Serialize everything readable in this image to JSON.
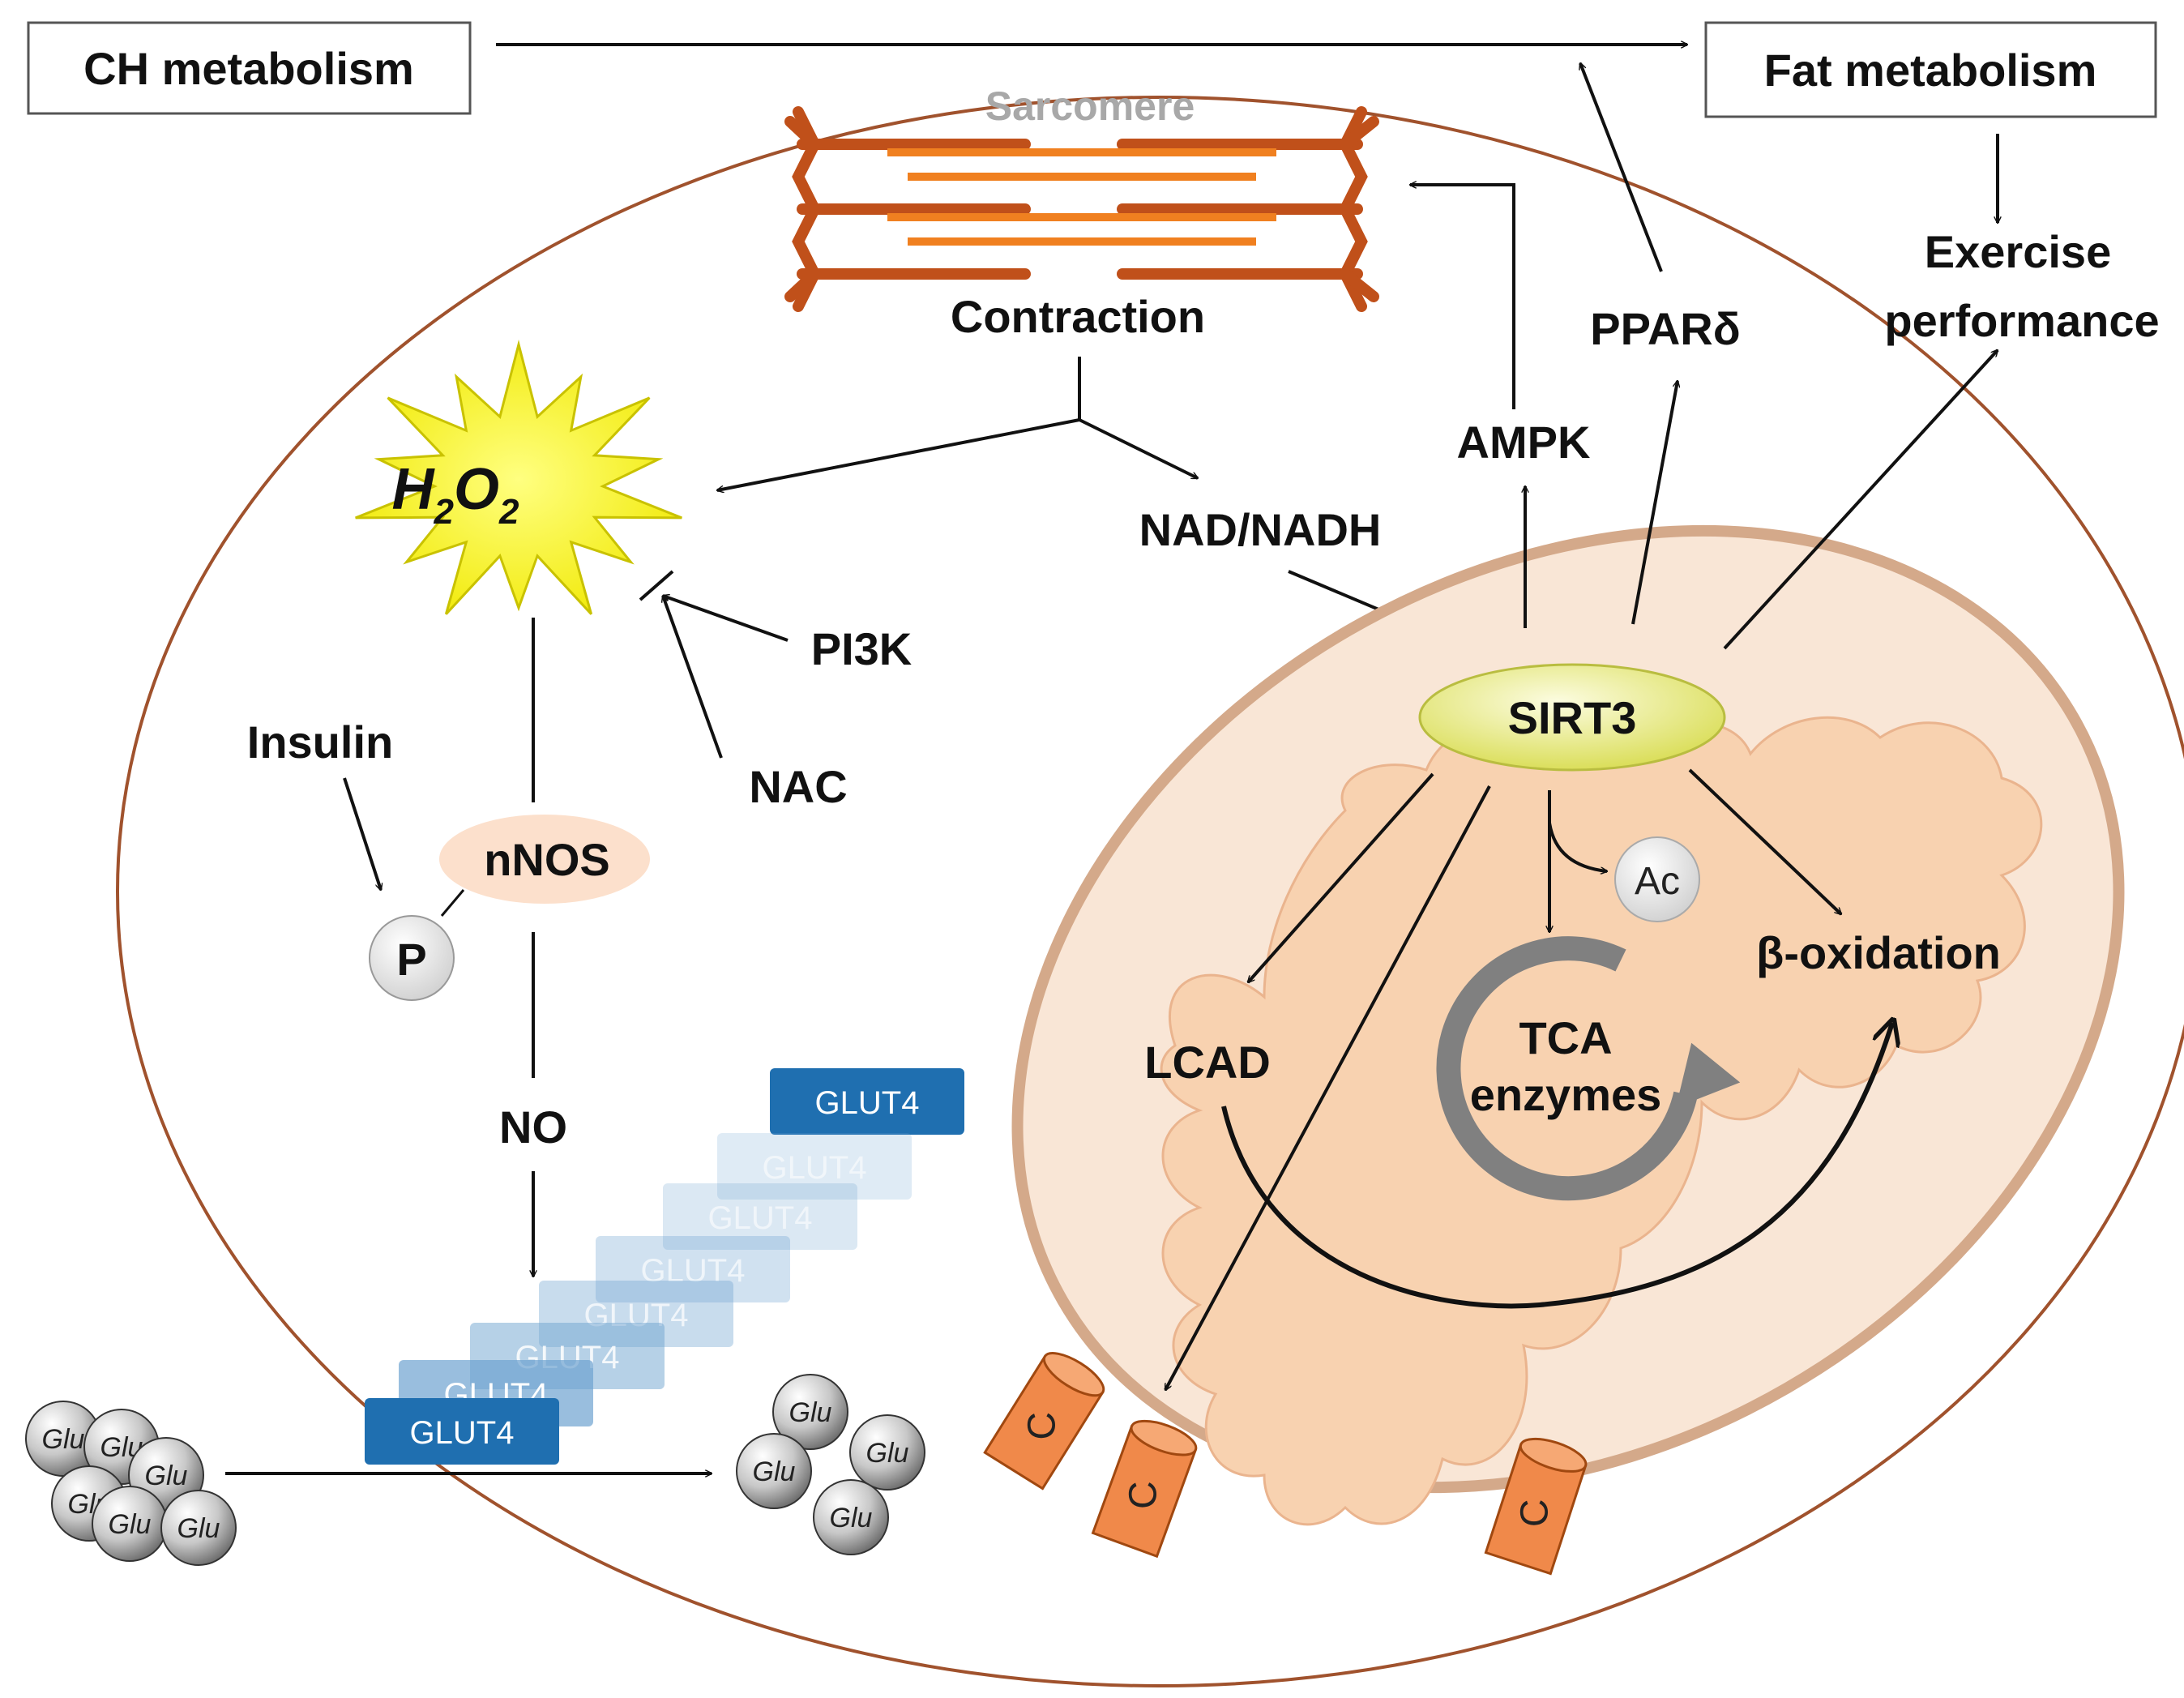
{
  "boxes": {
    "ch_metabolism": "CH metabolism",
    "fat_metabolism": "Fat metabolism"
  },
  "labels": {
    "sarcomere": "Sarcomere",
    "contraction": "Contraction",
    "h2o2_main": "H",
    "h2o2_sub1": "2",
    "h2o2_o": "O",
    "h2o2_sub2": "2",
    "nad_nadh": "NAD/NADH",
    "ampk": "AMPK",
    "ppar": "PPARδ",
    "exercise_line1": "Exercise",
    "exercise_line2": "performance",
    "pi3k": "PI3K",
    "nac": "NAC",
    "insulin": "Insulin",
    "nnos": "nNOS",
    "p": "P",
    "no": "NO",
    "sirt3": "SIRT3",
    "ac": "Ac",
    "lcad": "LCAD",
    "tca_line1": "TCA",
    "tca_line2": "enzymes",
    "beta_oxidation": "β-oxidation",
    "glut4": "GLUT4",
    "glu": "Glu",
    "carrier": "C"
  },
  "colors": {
    "cell_outline": "#a0522d",
    "mito_fill": "#f6d8c2",
    "mito_cristae": "#f9c9a2",
    "sarcomere": "#c0501a",
    "sarcomere_inner": "#f08020",
    "h2o2_star": "#f4f000",
    "sirt3": "#eef08a",
    "nnos": "#fce0cc",
    "glut4": "#1f77b4",
    "carrier": "#f0894a",
    "tca_arrow": "#808080"
  }
}
